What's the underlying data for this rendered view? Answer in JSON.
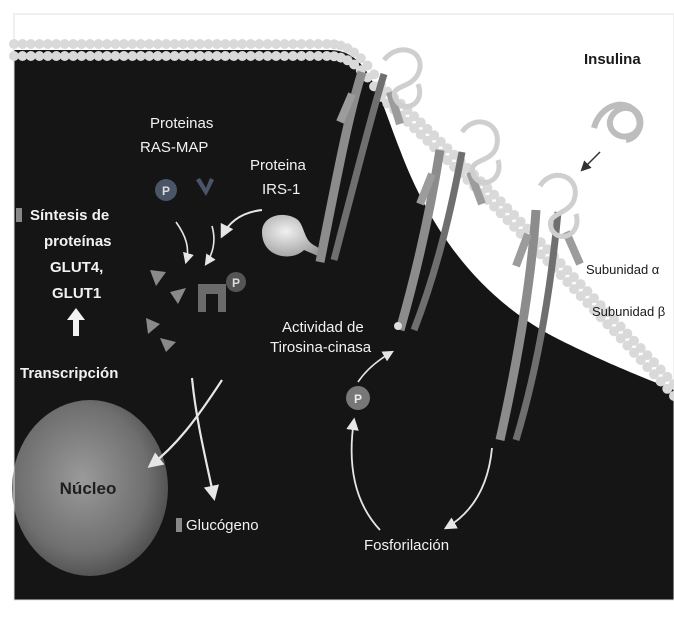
{
  "labels": {
    "insulina": "Insulina",
    "proteinas_ras_map_1": "Proteinas",
    "proteinas_ras_map_2": "RAS-MAP",
    "proteina_irs_1": "Proteina",
    "proteina_irs_2": "IRS-1",
    "sintesis_1": "Síntesis de",
    "sintesis_2": "proteínas",
    "sintesis_3": "GLUT4,",
    "sintesis_4": "GLUT1",
    "transcripcion": "Transcripción",
    "nucleo": "Núcleo",
    "glucogeno": "Glucógeno",
    "actividad_1": "Actividad de",
    "actividad_2": "Tirosina-cinasa",
    "fosforilacion": "Fosforilación",
    "subunidad_alfa": "Subunidad α",
    "subunidad_beta": "Subunidad β",
    "p_marker": "P"
  },
  "colors": {
    "cytoplasm": "#151515",
    "membrane_bead": "#d9d9d9",
    "nucleus": "#7a7a7a",
    "receptor": "#8c8c8c",
    "insulin_strand": "#cfcfcf",
    "arrow": "#e6e6e6"
  }
}
